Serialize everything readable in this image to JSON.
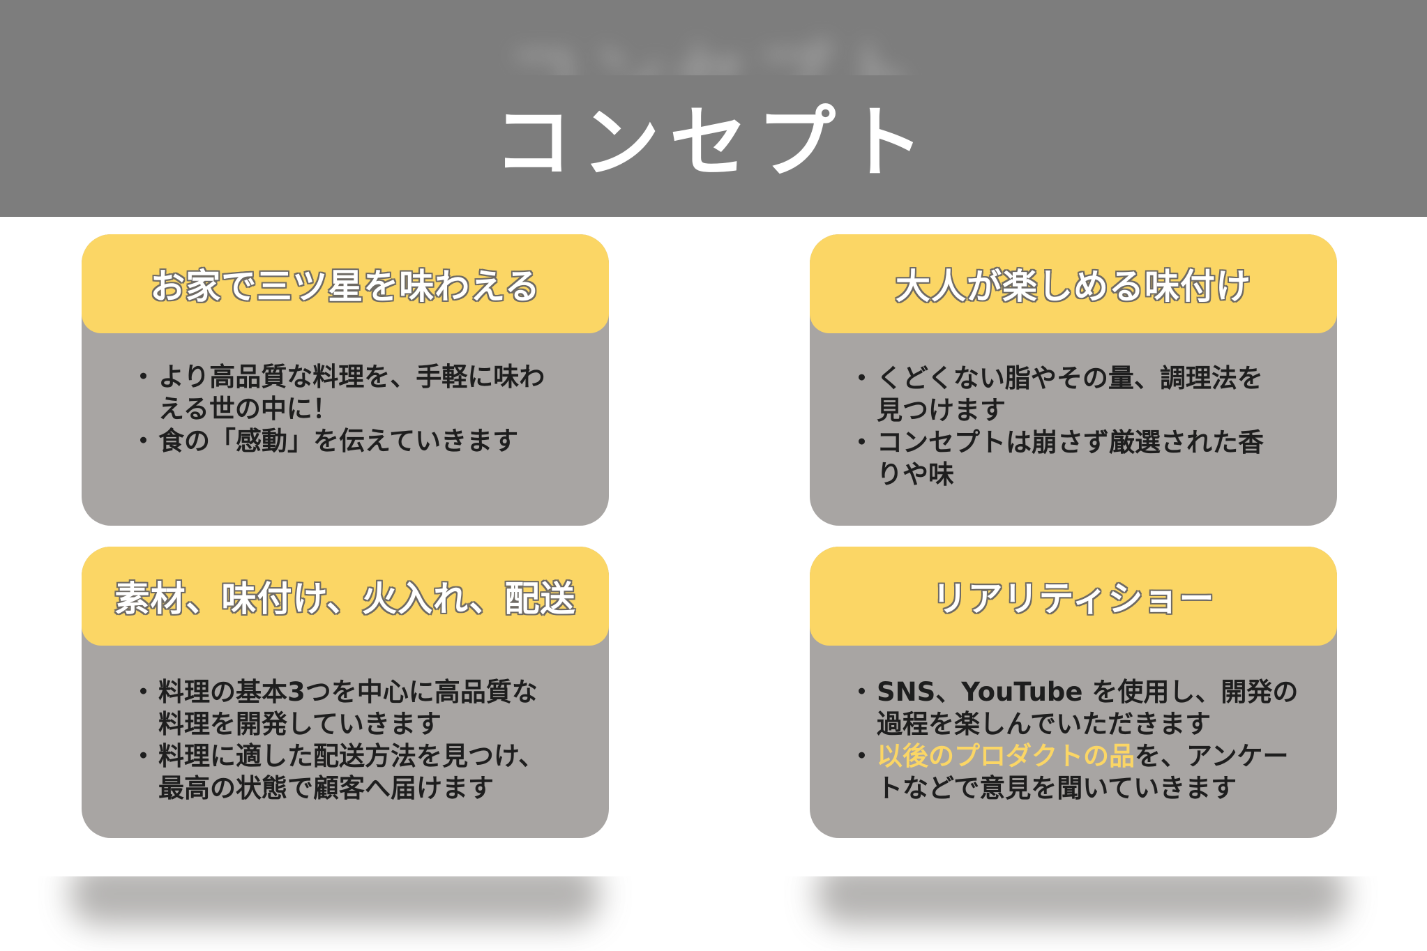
{
  "page": {
    "title": "コンセプト"
  },
  "cards": [
    {
      "title": "お家で三ツ星を味わえる",
      "bullets": [
        "より高品質な料理を、手軽に味わえる世の中に！",
        "食の「感動」を伝えていきます"
      ]
    },
    {
      "title": "大人が楽しめる味付け",
      "bullets": [
        "くどくない脂やその量、調理法を見つけます",
        "コンセプトは崩さず厳選された香りや味"
      ]
    },
    {
      "title": "素材、味付け、火入れ、配送",
      "bullets": [
        "料理の基本3つを中心に高品質な料理を開発していきます",
        "料理に適した配送方法を見つけ、最高の状態で顧客へ届けます"
      ]
    },
    {
      "title": "リアリティショー",
      "bullets": [
        "SNS、YouTube を使用し、開発の過程を楽しんでいただきます"
      ],
      "bullet2_highlight": "以後のプロダクトの品",
      "bullet2_rest": "を、アンケートなどで意見を聞いていきます"
    }
  ],
  "colors": {
    "header_gray": "#7d7d7d",
    "card_gray": "#a8a5a3",
    "accent_yellow": "#fbd665"
  }
}
